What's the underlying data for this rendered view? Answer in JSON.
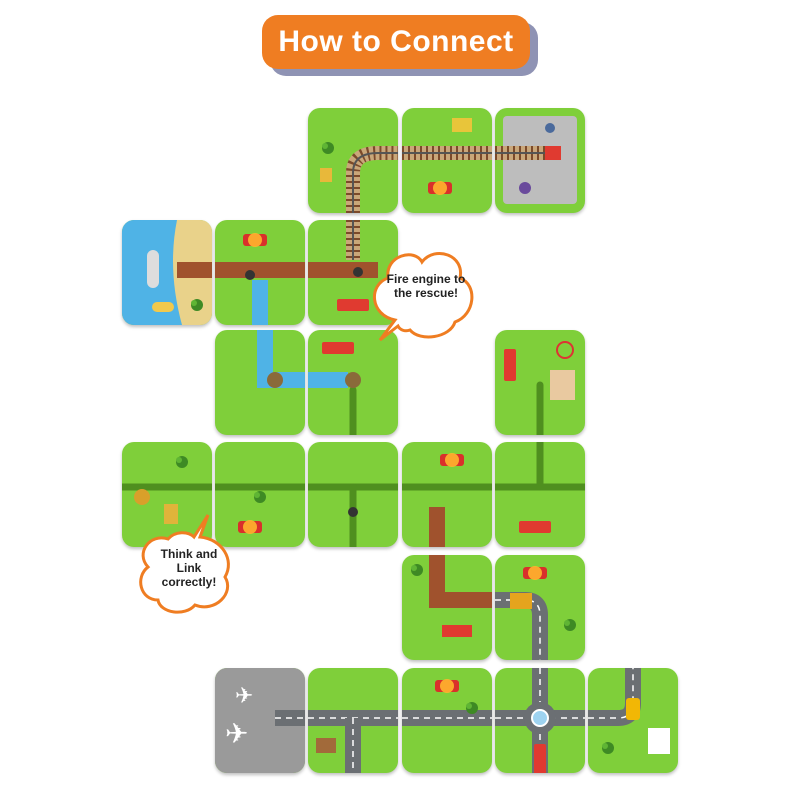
{
  "title": "How to Connect",
  "callouts": {
    "top": "Fire engine to the rescue!",
    "bottom": "Think and Link correctly!"
  },
  "colors": {
    "tile_grass": "#7fcf3a",
    "title_orange": "#ef7d22",
    "road": "#6b6f73",
    "rail": "#7b4a2a",
    "water": "#4fb3e6",
    "dirt": "#a0522d",
    "hedge": "#4f8f1f"
  },
  "tiles": [
    {
      "id": "tile-r1c4",
      "content": "rail-curve"
    },
    {
      "id": "tile-r1c5",
      "content": "rail-straight"
    },
    {
      "id": "tile-r1c6",
      "content": "station"
    },
    {
      "id": "tile-r2c2",
      "content": "harbor"
    },
    {
      "id": "tile-r2c3",
      "content": "boardwalk-stream"
    },
    {
      "id": "tile-r2c4",
      "content": "boardwalk-rail-end"
    },
    {
      "id": "tile-r3c3",
      "content": "stream-bend"
    },
    {
      "id": "tile-r3c4",
      "content": "stream-end-hedge"
    },
    {
      "id": "tile-r3c6",
      "content": "park"
    },
    {
      "id": "tile-r4c2",
      "content": "farm"
    },
    {
      "id": "tile-r4c3",
      "content": "hedge-path"
    },
    {
      "id": "tile-r4c4",
      "content": "hedge-junction"
    },
    {
      "id": "tile-r4c5",
      "content": "hedge-dirt-junction"
    },
    {
      "id": "tile-r4c6",
      "content": "hedge-corner"
    },
    {
      "id": "tile-r5c5",
      "content": "dirt-corner"
    },
    {
      "id": "tile-r5c6",
      "content": "road-corner-bulldozer"
    },
    {
      "id": "tile-r6c3",
      "content": "airport"
    },
    {
      "id": "tile-r6c4",
      "content": "road-t"
    },
    {
      "id": "tile-r6c5",
      "content": "road-straight-fire"
    },
    {
      "id": "tile-r6c6",
      "content": "roundabout"
    },
    {
      "id": "tile-r6c7",
      "content": "road-corner-taxi"
    }
  ]
}
